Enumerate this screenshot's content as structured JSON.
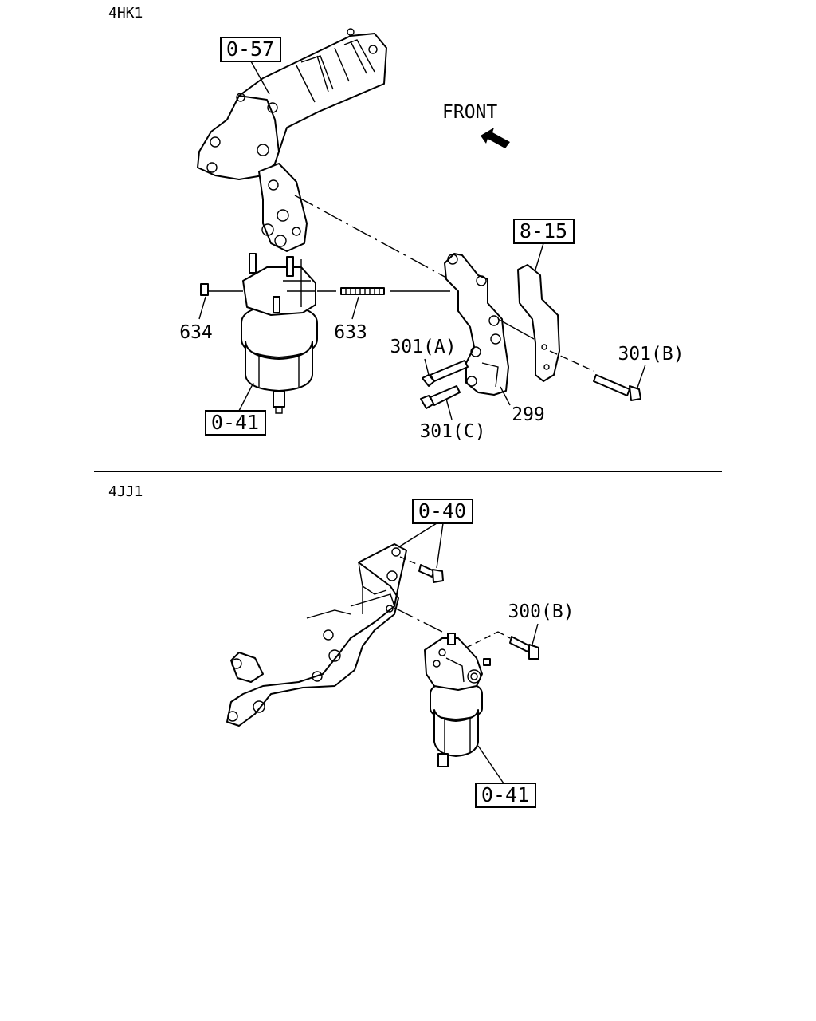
{
  "sections": {
    "top": {
      "name": "4HK1",
      "refs": {
        "engine": "0-57",
        "bracket": "8-15",
        "filter": "0-41"
      },
      "parts": {
        "nut": "634",
        "stud": "633",
        "bolt_a": "301(A)",
        "bolt_b": "301(B)",
        "bolt_c": "301(C)",
        "bracket": "299"
      },
      "front_label": "FRONT"
    },
    "bottom": {
      "name": "4JJ1",
      "refs": {
        "bracket": "0-40",
        "filter": "0-41"
      },
      "parts": {
        "bolt_b": "300(B)"
      }
    }
  }
}
